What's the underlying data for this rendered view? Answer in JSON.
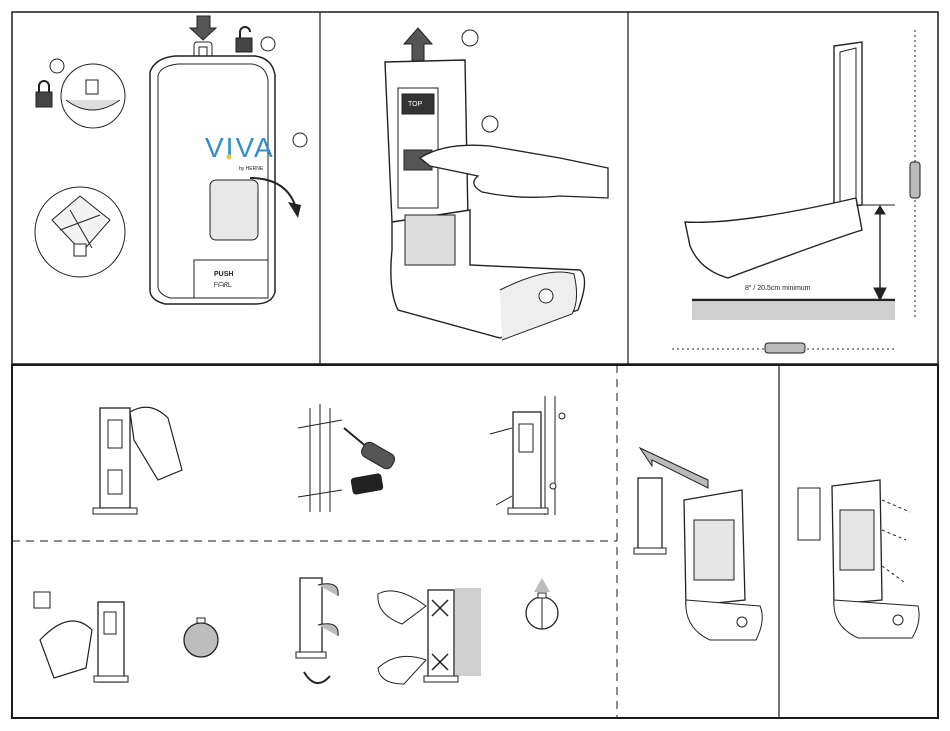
{
  "brand": {
    "name": "VIVA",
    "sub": "by HERNE"
  },
  "dispenser": {
    "push_label": "PUSH",
    "push_sub": "ᖴᗩᖇᒪ",
    "top_label": "TOP"
  },
  "measurement": {
    "text": "8\" / 20.5cm minimum"
  },
  "colors": {
    "line": "#1a1a1a",
    "floor": "#cfcfcf",
    "brand_blue": "#2f8fc9",
    "brand_yellow": "#e0c93a",
    "gray_fill": "#bdbdbd"
  },
  "icons": [
    "key-icon",
    "arrow-down-icon",
    "lock-icon",
    "unlock-icon",
    "arrow-up-icon",
    "hand-icon",
    "screwdriver-icon",
    "drill-icon",
    "timer-icon",
    "arrow-curved-icon",
    "cross-icon",
    "level-icon"
  ]
}
